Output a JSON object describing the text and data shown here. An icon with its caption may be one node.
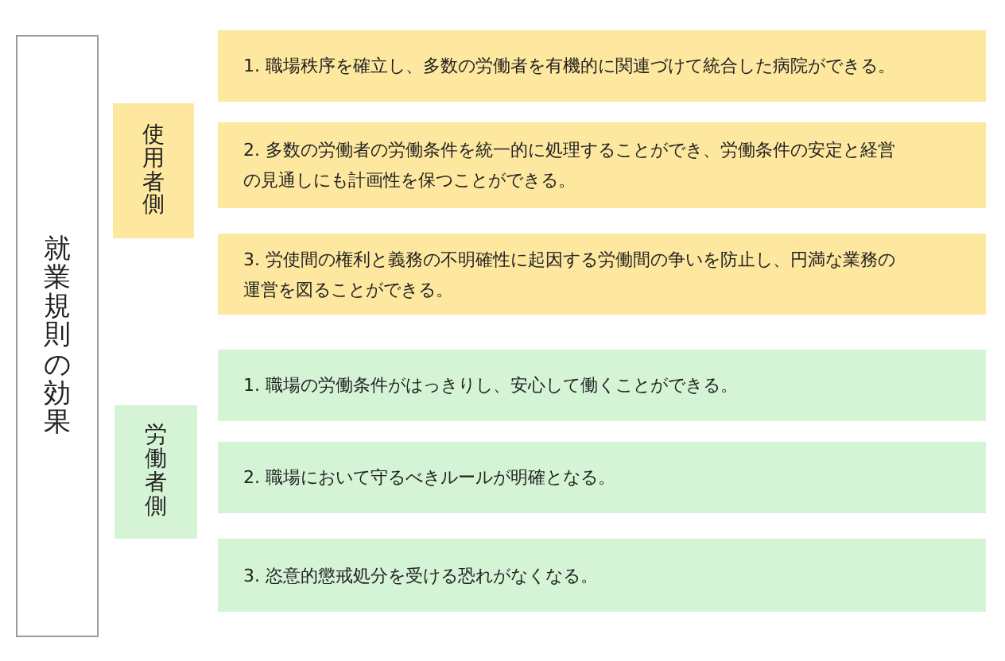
{
  "diagram": {
    "nodes": [
      {
        "text": [
          "就業規則の効果"
        ]
      },
      {
        "text": [
          "使用者側"
        ]
      },
      {
        "text": [
          "1. 職場秩序を確立し、多数の労働者を有機的に関連づけて統合した病院ができる。"
        ]
      },
      {
        "text": [
          "2. 多数の労働者の労働条件を統一的に処理することができ、労働条件の安定と経営の見通しにも計画性を保つことができる。"
        ]
      },
      {
        "text": [
          "3. 労使間の権利と義務の不明確性に起因する労働間の争いを防止し、円満な業務の運営を図ることができる。"
        ]
      },
      {
        "text": [
          "労働者側"
        ]
      },
      {
        "text": [
          "1. 職場の労働条件がはっきりし、安心して働くことができる。"
        ]
      },
      {
        "text": [
          "2. 職場において守るべきルールが明確となる。"
        ]
      },
      {
        "text": [
          "3. 恣意的懲戒処分を受ける恐れがなくなる。"
        ]
      }
    ]
  }
}
